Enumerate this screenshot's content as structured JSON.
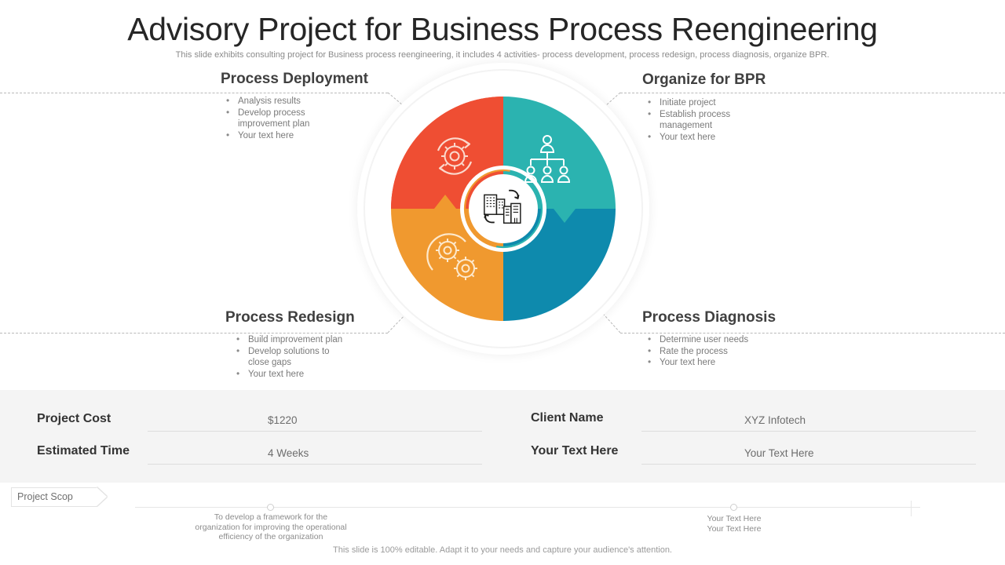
{
  "header": {
    "title": "Advisory Project for Business Process Reengineering",
    "subtitle": "This slide exhibits consulting project for Business process reengineering, it includes 4 activities- process development, process redesign, process diagnosis, organize BPR."
  },
  "colors": {
    "red": "#ef4e33",
    "teal": "#2bb3b0",
    "orange": "#f0992f",
    "blue": "#0e8aad",
    "text_dark": "#404040",
    "text_muted": "#7a7a7a",
    "band_bg": "#f4f4f4"
  },
  "quadrants": [
    {
      "id": "process-deployment",
      "heading": "Process Deployment",
      "color": "#ef4e33",
      "icon": "gear-cycle-icon",
      "bullets": [
        {
          "text": "Analysis results",
          "cont": false
        },
        {
          "text": "Develop process",
          "cont": false
        },
        {
          "text": "improvement plan",
          "cont": true
        },
        {
          "text": "Your text here",
          "cont": false
        }
      ]
    },
    {
      "id": "organize-for-bpr",
      "heading": "Organize for BPR",
      "color": "#2bb3b0",
      "icon": "org-chart-icon",
      "bullets": [
        {
          "text": "Initiate project",
          "cont": false
        },
        {
          "text": "Establish process",
          "cont": false
        },
        {
          "text": "management",
          "cont": true
        },
        {
          "text": "Your text here",
          "cont": false
        }
      ]
    },
    {
      "id": "process-redesign",
      "heading": "Process Redesign",
      "color": "#f0992f",
      "icon": "двgears-icon",
      "bullets": [
        {
          "text": "Build improvement plan",
          "cont": false
        },
        {
          "text": "Develop solutions to",
          "cont": false
        },
        {
          "text": "close gaps",
          "cont": true
        },
        {
          "text": "Your text here",
          "cont": false
        }
      ]
    },
    {
      "id": "process-diagnosis",
      "heading": "Process Diagnosis",
      "color": "#0e8aad",
      "icon": "blank-icon",
      "bullets": [
        {
          "text": "Determine user needs",
          "cont": false
        },
        {
          "text": "Rate the process",
          "cont": false
        },
        {
          "text": "Your text here",
          "cont": false
        }
      ]
    }
  ],
  "center": {
    "icon": "office-buildings-icon"
  },
  "info_band": {
    "rows": [
      {
        "label": "Project Cost",
        "value": "$1220"
      },
      {
        "label": "Estimated Time",
        "value": "4 Weeks"
      },
      {
        "label": "Client Name",
        "value": "XYZ Infotech"
      },
      {
        "label": "Your Text Here",
        "value": "Your Text Here"
      }
    ]
  },
  "timeline": {
    "chip_label": "Project Scop",
    "milestones": [
      {
        "lines": [
          "To develop a framework for the",
          "organization for improving the operational",
          "efficiency of the organization"
        ]
      },
      {
        "lines": [
          "Your Text Here",
          "Your Text Here"
        ]
      }
    ]
  },
  "footnote": "This slide is 100% editable. Adapt it to your needs and capture your audience's attention."
}
